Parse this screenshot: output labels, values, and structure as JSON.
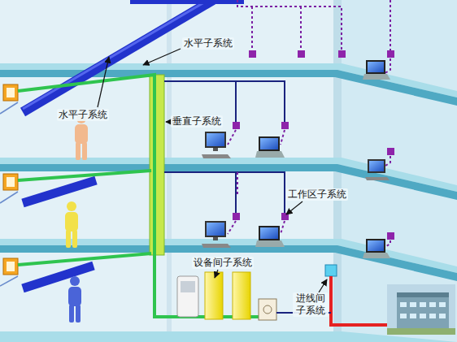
{
  "diagram": {
    "labels": [
      "水平子系统",
      "水平子系统",
      "垂直子系统",
      "工作区子系统",
      "设备间子系统",
      "进线间 子系统"
    ]
  }
}
